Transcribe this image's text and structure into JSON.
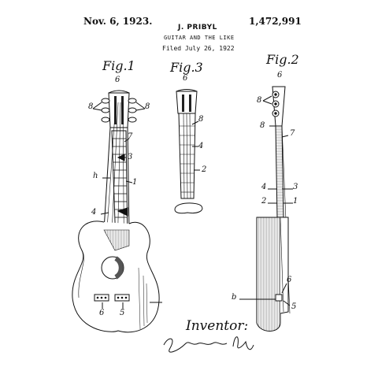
{
  "header": {
    "date": "Nov. 6, 1923.",
    "patent_number": "1,472,991",
    "inventor": "J. PRIBYL",
    "title": "GUITAR AND THE LIKE",
    "filed": "Filed July 26, 1922"
  },
  "figures": {
    "fig1": "Fig.1",
    "fig2": "Fig.2",
    "fig3": "Fig.3"
  },
  "refs": {
    "r6a": "6",
    "r8a": "8",
    "r8b": "8",
    "r7": "7",
    "r3": "3",
    "rh": "h",
    "r1": "1",
    "r4a": "4",
    "r6b": "6",
    "r5a": "5",
    "r6c": "6",
    "r8c": "8",
    "r4b": "4",
    "r2a": "2",
    "r6d": "6",
    "r8d": "8",
    "r8e": "8",
    "r7b": "7",
    "r4c": "4",
    "r3b": "3",
    "r2b": "2",
    "r1b": "1",
    "r6e": "6",
    "rb": "b",
    "r5b": "5"
  },
  "signature": {
    "label": "Inventor:",
    "name": "Jaroslav Pribyl"
  }
}
